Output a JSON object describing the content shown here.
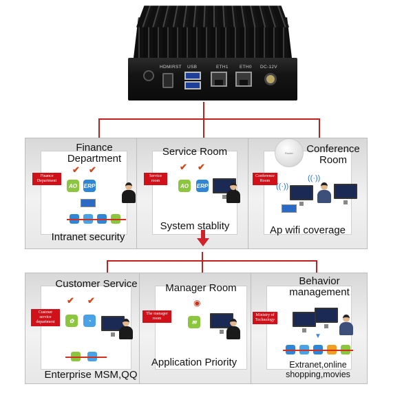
{
  "device": {
    "ports": [
      "HDMI",
      "RST",
      "USB",
      "ETH1",
      "ETH0",
      "DC-12V"
    ]
  },
  "top_rooms": [
    {
      "title": "Finance Department",
      "tag": "Finance Department",
      "apps": [
        "AO",
        "ERP"
      ],
      "caption": "Intranet security"
    },
    {
      "title": "Service Room",
      "tag": "Service room",
      "apps": [
        "AO",
        "ERP"
      ],
      "caption": "System stablity"
    },
    {
      "title": "Conference Room",
      "tag": "Conference Room",
      "caption": "Ap wifi coverage"
    }
  ],
  "bottom_rooms": [
    {
      "title": "Customer Service",
      "tag": "Custmer service department",
      "caption": "Enterprise MSM,QQ"
    },
    {
      "title": "Manager Room",
      "tag": "The manager room",
      "caption": "Application Priority"
    },
    {
      "title": "Behavior management",
      "tag": "Ministry of Technology",
      "caption": "Extranet,online shopping,movies"
    }
  ],
  "colors": {
    "accent_red": "#d0111a",
    "line_red": "#c0201f",
    "check_orange": "#d24a1c"
  },
  "icons": [
    "power-button-icon",
    "check-icon",
    "wifi-icon",
    "router-icon",
    "eye-icon",
    "arrow-down-icon",
    "qq-icon",
    "msn-icon",
    "mail-icon"
  ]
}
